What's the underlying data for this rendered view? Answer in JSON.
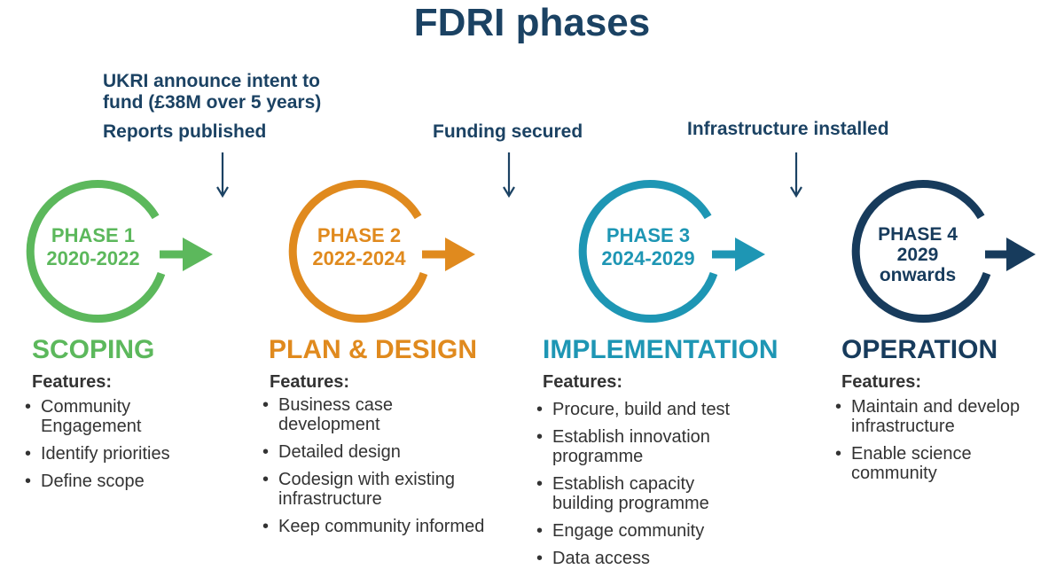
{
  "title": "FDRI phases",
  "milestones": [
    {
      "lines": [
        "UKRI announce intent to",
        "fund (£38M over 5 years)"
      ]
    },
    {
      "lines": [
        "Reports published"
      ]
    },
    {
      "lines": [
        "Funding secured"
      ]
    },
    {
      "lines": [
        "Infrastructure installed"
      ]
    }
  ],
  "phases": [
    {
      "label_lines": [
        "PHASE 1",
        "2020-2022"
      ],
      "name": "SCOPING",
      "features_heading": "Features:",
      "features": [
        "Community Engagement",
        "Identify priorities",
        "Define scope"
      ],
      "color": "#5cb85c"
    },
    {
      "label_lines": [
        "PHASE 2",
        "2022-2024"
      ],
      "name": "PLAN & DESIGN",
      "features_heading": "Features:",
      "features": [
        "Business case development",
        "Detailed design",
        "Codesign with existing infrastructure",
        "Keep community informed"
      ],
      "color": "#e08a1e"
    },
    {
      "label_lines": [
        "PHASE 3",
        "2024-2029"
      ],
      "name": "IMPLEMENTATION",
      "features_heading": "Features:",
      "features": [
        "Procure, build and test",
        "Establish innovation programme",
        "Establish capacity building programme",
        "Engage community",
        "Data access"
      ],
      "color": "#1e96b4"
    },
    {
      "label_lines": [
        "PHASE 4",
        "2029",
        "onwards"
      ],
      "name": "OPERATION",
      "features_heading": "Features:",
      "features": [
        "Maintain and develop infrastructure",
        "Enable science community"
      ],
      "color": "#173b5c"
    }
  ],
  "icons": {
    "phase_cycle": "circular-arrow-icon",
    "milestone_marker": "down-arrow-icon"
  }
}
